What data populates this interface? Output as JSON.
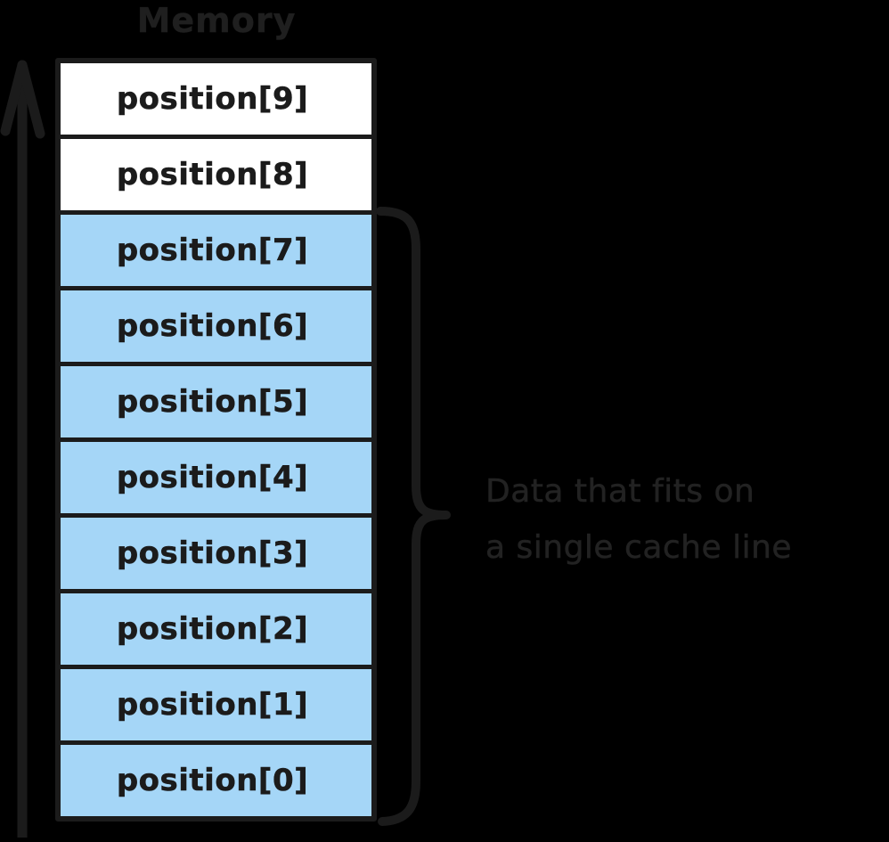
{
  "diagram": {
    "background_color": "#000000",
    "title": "Memory",
    "cell_fill_cached": "#a5d6f7",
    "cell_fill_uncached": "#ffffff",
    "ink_color": "#1b1b1b",
    "caption_color": "#222222",
    "cells": [
      {
        "label": "position[9]",
        "cached": false
      },
      {
        "label": "position[8]",
        "cached": false
      },
      {
        "label": "position[7]",
        "cached": true
      },
      {
        "label": "position[6]",
        "cached": true
      },
      {
        "label": "position[5]",
        "cached": true
      },
      {
        "label": "position[4]",
        "cached": true
      },
      {
        "label": "position[3]",
        "cached": true
      },
      {
        "label": "position[2]",
        "cached": true
      },
      {
        "label": "position[1]",
        "cached": true
      },
      {
        "label": "position[0]",
        "cached": true
      }
    ],
    "annotation": {
      "line1": "Data that fits on",
      "line2": "a single cache line"
    },
    "arrow": {
      "name": "increasing-address-arrow",
      "direction": "up"
    }
  }
}
